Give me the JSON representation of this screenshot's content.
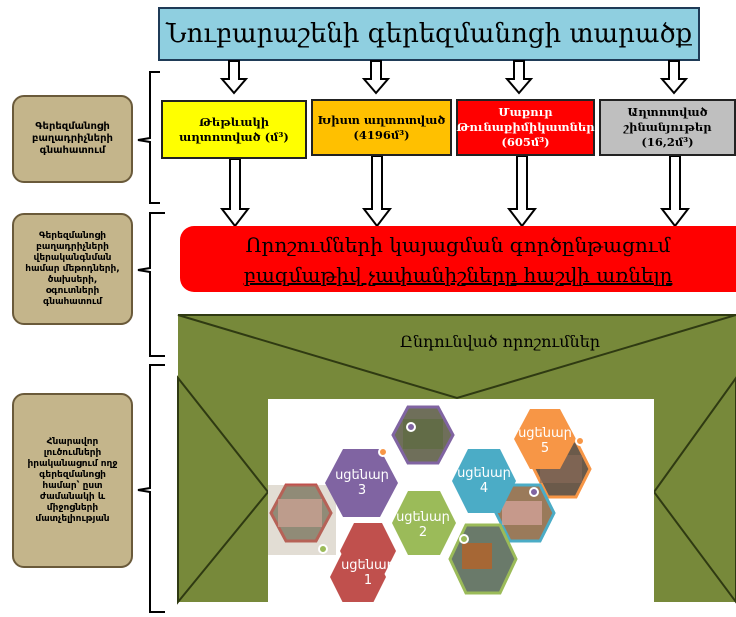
{
  "title": "Նուբարաշենի գերեզմանոցի տարածք",
  "categories": [
    {
      "label": "Թեթևակի աղտոտված (մ³)",
      "color": "#ffff00"
    },
    {
      "label": "Խիստ աղտոտված (4196մ³)",
      "color": "#ffc000"
    },
    {
      "label": "Մաքուր Թունաքիմիկատներ (605մ³)",
      "color": "#ff0000"
    },
    {
      "label": "Աղտոտված շինանյութեր (16,2մ³)",
      "color": "#bfbfbf"
    }
  ],
  "side_boxes": [
    "Գերեզմանոցի բաղադրիչների գնահատում",
    "Գերեզմանոցի բաղադրիչների վերականգնման համար մեթոդների, ծախսերի, օգուտների գնահատում",
    "Հնարավոր լուծումների իրականացում ողջ գերեզմանոցի համար՝ ըստ ժամանակի և միջոցների մատչելիության"
  ],
  "process": {
    "line1": "Որոշումների կայացման գործընթացում",
    "line2": "բազմաթիվ չափանիշները հաշվի առնելը"
  },
  "decisions_label": "Ընդունված որոշումներ",
  "scenarios": [
    {
      "label": "սցենար",
      "num": "1",
      "color": "#c0504d"
    },
    {
      "label": "սցենար",
      "num": "2",
      "color": "#9bbb59"
    },
    {
      "label": "սցենար",
      "num": "3",
      "color": "#8064a2"
    },
    {
      "label": "սցենար",
      "num": "4",
      "color": "#4bacc6"
    },
    {
      "label": "սցենար",
      "num": "5",
      "color": "#f79646"
    }
  ],
  "colors": {
    "olive": "#77893a",
    "olive_dark": "#5e6e2b",
    "title_bg": "#8fcfe0",
    "side_bg": "#c4b58b"
  }
}
